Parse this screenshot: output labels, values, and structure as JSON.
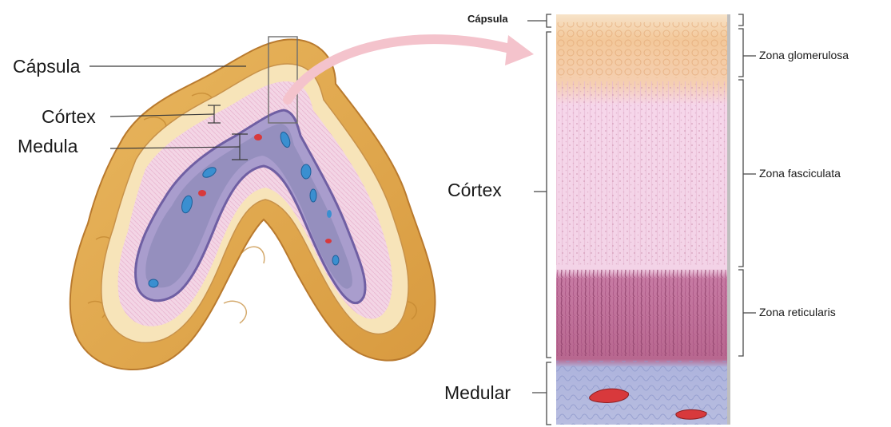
{
  "left_labels": {
    "capsula": "Cápsula",
    "cortex": "Córtex",
    "medula": "Medula"
  },
  "right_labels": {
    "capsula": "Cápsula",
    "cortex": "Córtex",
    "medular": "Medular",
    "zona_glomerulosa": "Zona glomerulosa",
    "zona_fasciculata": "Zona fasciculata",
    "zona_reticularis": "Zona reticularis"
  },
  "colors": {
    "gland_fat": "#e3a84e",
    "capsule": "#f6dfa9",
    "cortex_left": "#f1d3e4",
    "medulla_band": "#b1a3cf",
    "medulla_core": "#948dbb",
    "glomerulosa": "#f3c69a",
    "fasciculata": "#f5d8ea",
    "reticularis": "#bf6f98",
    "medullary_tissue": "#b8bfe0",
    "vessel_blue": "#3a8fd0",
    "vessel_red": "#d8393c",
    "arrow": "#f4c3cc"
  }
}
